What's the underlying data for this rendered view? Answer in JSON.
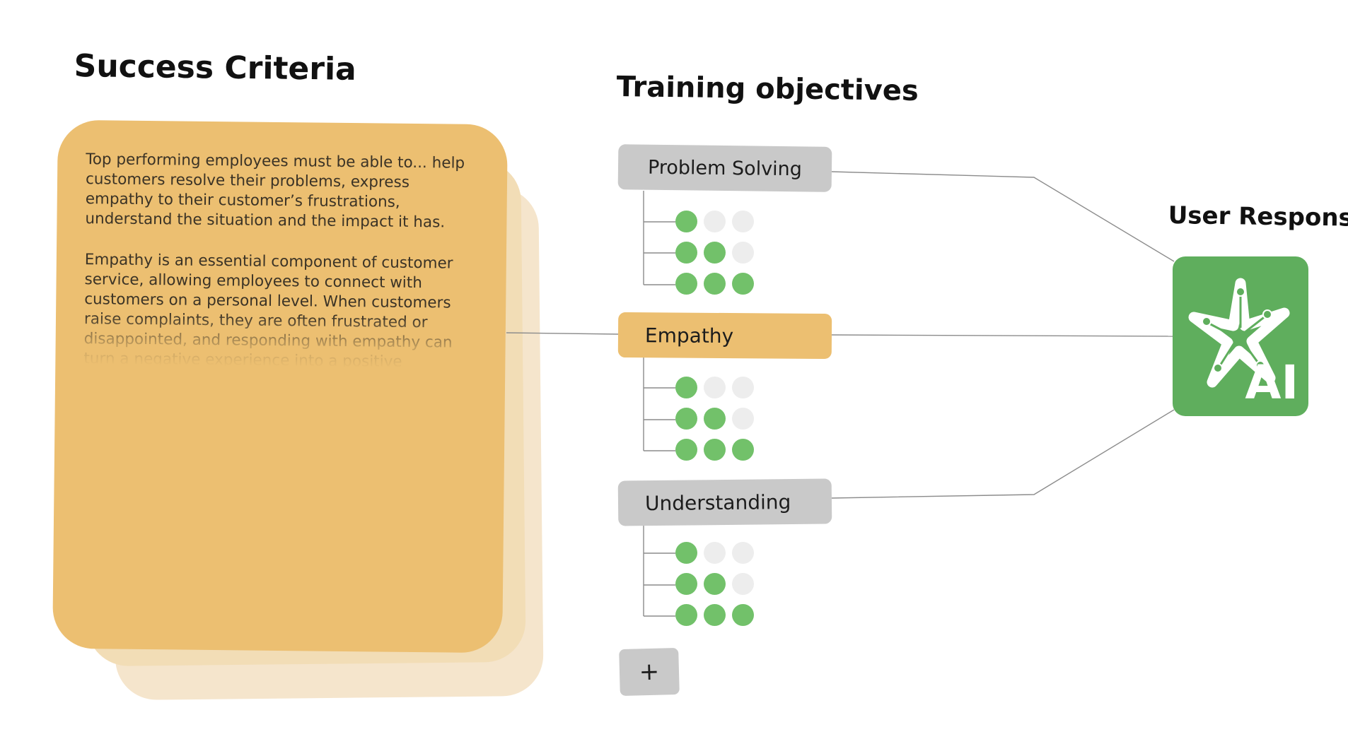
{
  "headings": {
    "success_criteria": "Success Criteria",
    "training_objectives": "Training objectives",
    "user_response": "User Response"
  },
  "criteria_card": {
    "paragraph_1": "Top performing employees must be able to... help customers resolve their problems, express empathy to their customer’s frustrations, understand the situation and the impact it has.",
    "paragraph_2": "Empathy is an essential component of customer service, allowing employees to connect with customers on a personal level. When customers raise complaints, they are often frustrated or disappointed, and responding with empathy can turn a negative experience into a positive"
  },
  "objectives": [
    {
      "label": "Problem Solving",
      "levels": [
        1,
        2,
        3
      ],
      "max_level": 3
    },
    {
      "label": "Empathy",
      "levels": [
        1,
        2,
        3
      ],
      "max_level": 3
    },
    {
      "label": "Understanding",
      "levels": [
        1,
        2,
        3
      ],
      "max_level": 3
    }
  ],
  "add_button": {
    "label": "+"
  },
  "ai_badge": {
    "label": "AI",
    "icon": "ai-star-icon"
  },
  "colors": {
    "card": "#ecbf71",
    "selected_objective": "#ecbf71",
    "objective_pill": "#c9c9c9",
    "dot_on": "#72c16a",
    "dot_off": "#ededed",
    "ai_badge": "#5fae5d",
    "connector": "#8c8c8c"
  }
}
